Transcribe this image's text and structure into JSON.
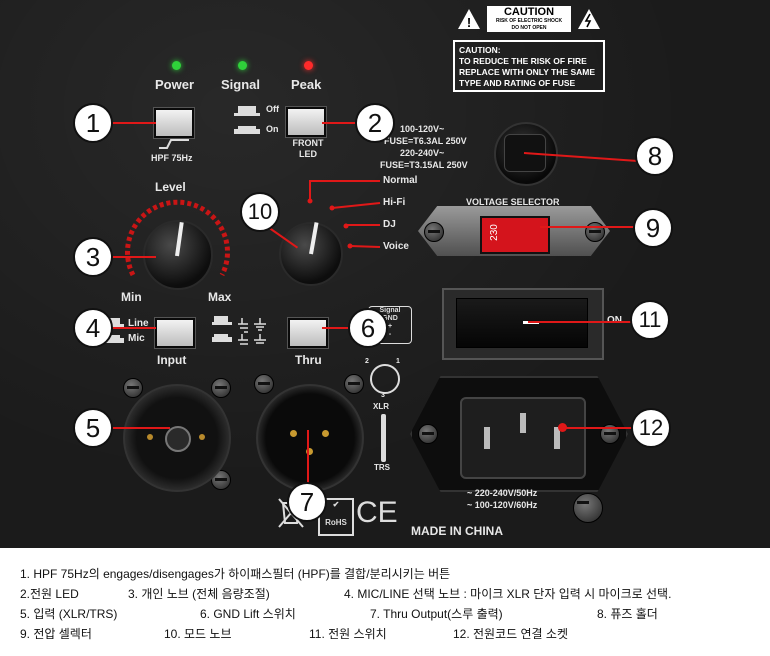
{
  "panel": {
    "leds": {
      "power": "Power",
      "signal": "Signal",
      "peak": "Peak"
    },
    "hpf_label": "HPF 75Hz",
    "switch_off": "Off",
    "switch_on": "On",
    "front_led_label": "FRONT LED",
    "fuse_spec": [
      "100-120V~",
      "FUSE=T6.3AL  250V",
      "220-240V~",
      "FUSE=T3.15AL  250V"
    ],
    "modes": [
      "Normal",
      "Hi-Fi",
      "DJ",
      "Voice"
    ],
    "level_label": "Level",
    "min_label": "Min",
    "max_label": "Max",
    "line_label": "Line",
    "mic_label": "Mic",
    "input_label": "Input",
    "thru_label": "Thru",
    "signal_gnd_label": [
      "Signal",
      "GND",
      "+",
      "-"
    ],
    "xlr_label": "XLR",
    "xlr_pins": [
      "2",
      "1",
      "3"
    ],
    "trs_label": "TRS",
    "voltage_selector_label": "VOLTAGE  SELECTOR",
    "voltage_value": "230",
    "on_label": "ON",
    "caution_title": "CAUTION",
    "caution_sub": [
      "RISK OF ELECTRIC SHOCK",
      "DO NOT OPEN"
    ],
    "caution_text": [
      "CAUTION:",
      "TO REDUCE THE RISK OF FIRE",
      "REPLACE WITH ONLY THE SAME",
      "TYPE AND RATING OF FUSE"
    ],
    "power_rating": [
      "220-240V/50Hz",
      "100-120V/60Hz"
    ],
    "made_in": "MADE IN CHINA",
    "rohs": "RoHS",
    "ce": "CE",
    "callouts": [
      "1",
      "2",
      "3",
      "4",
      "5",
      "6",
      "7",
      "8",
      "9",
      "10",
      "11",
      "12"
    ]
  },
  "caption": {
    "line1": "1. HPF 75Hz의 engages/disengages가 하이패스필터 (HPF)를 결합/분리시키는 버튼",
    "line2": [
      "2.전원 LED",
      "3. 개인 노브 (전체 음량조절)",
      "4. MIC/LINE 선택 노브 : 마이크 XLR 단자 입력 시 마이크로 선택."
    ],
    "line3": [
      "5. 입력 (XLR/TRS)",
      "6. GND Lift 스위치",
      "7. Thru Output(스루 출력)",
      "8. 퓨즈 홀더"
    ],
    "line4": [
      "9. 전압 셀렉터",
      "10. 모드 노브",
      "11. 전원 스위치",
      "12. 전원코드 연결 소켓"
    ]
  },
  "colors": {
    "led_green": "#2fd13a",
    "led_red": "#ff2a2a",
    "callout_line": "#e01818",
    "selector_red": "#d4141c"
  }
}
